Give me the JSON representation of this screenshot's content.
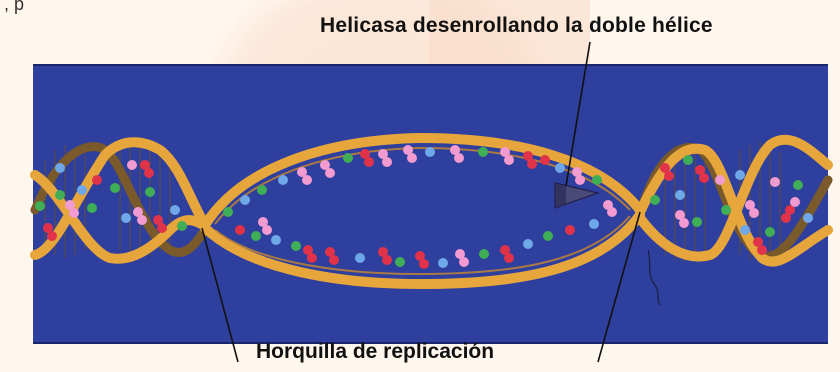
{
  "labels": {
    "helicase": "Helicasa desenrollando la doble hélice",
    "replication_fork": "Horquilla de replicación",
    "corner_fragment": ", p"
  },
  "colors": {
    "background": "#fff7ee",
    "panel": "#2e3f9e",
    "strand": "#e6a63c",
    "strand_shadow": "#7a5a2a",
    "base_red": "#e0334a",
    "base_pink": "#f29bd0",
    "base_green": "#3fae57",
    "base_blue": "#6fa8e8",
    "helicase": "#4a4a78"
  }
}
